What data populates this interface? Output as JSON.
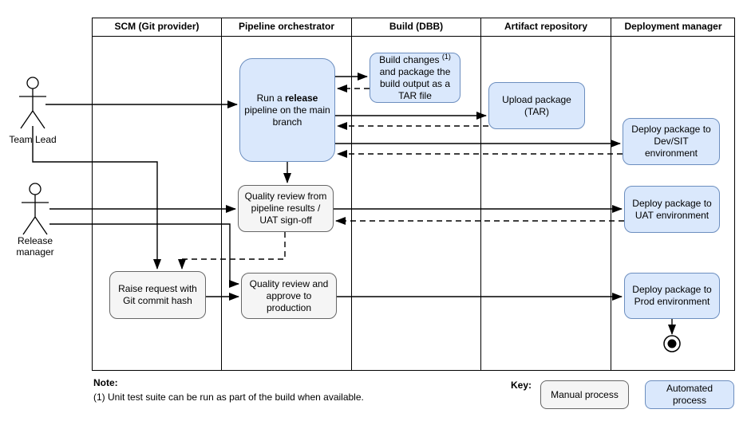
{
  "lanes": [
    {
      "label": "SCM (Git provider)"
    },
    {
      "label": "Pipeline orchestrator"
    },
    {
      "label": "Build (DBB)"
    },
    {
      "label": "Artifact repository"
    },
    {
      "label": "Deployment manager"
    }
  ],
  "actors": [
    {
      "label": "Team Lead"
    },
    {
      "label": "Release manager"
    }
  ],
  "nodes": {
    "run_release": {
      "pre": "Run a ",
      "bold": "release",
      "post": " pipeline on the main branch"
    },
    "build_changes": {
      "pre": "Build changes ",
      "sup": "(1)",
      "post": " and package the build output as a TAR file"
    },
    "upload_package": {
      "label": "Upload package (TAR)"
    },
    "deploy_dev": {
      "label": "Deploy package to Dev/SIT environment"
    },
    "deploy_uat": {
      "label": "Deploy package to UAT environment"
    },
    "deploy_prod": {
      "label": "Deploy package to Prod environment"
    },
    "uat_review": {
      "label": "Quality review from pipeline results / UAT sign-off"
    },
    "approve_prod": {
      "label": "Quality review and approve to production"
    },
    "raise_request": {
      "label": "Raise request with Git commit hash"
    }
  },
  "note": {
    "title": "Note:",
    "body": "(1) Unit test suite can be run as part of the build when available."
  },
  "key": {
    "title": "Key:",
    "manual": "Manual process",
    "automated": "Automated process"
  },
  "colors": {
    "automated_fill": "#dae8fc",
    "automated_border": "#6c8ebf",
    "manual_fill": "#f5f5f5",
    "manual_border": "#666666",
    "line": "#000000"
  }
}
